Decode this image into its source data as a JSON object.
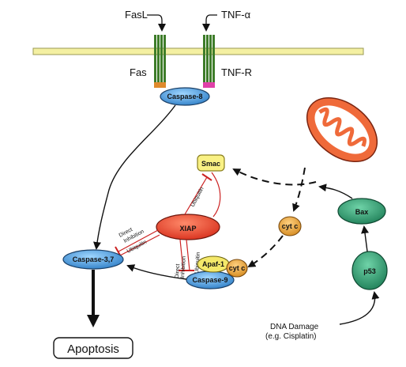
{
  "ligands": {
    "fasl": "FasL",
    "tnf": "TNF-α"
  },
  "receptors": {
    "fas": "Fas",
    "tnfr": "TNF-R"
  },
  "nodes": {
    "caspase8": "Caspase-8",
    "smac": "Smac",
    "xiap": "XIAP",
    "caspase37": "Caspase-3,7",
    "apaf1": "Apaf-1",
    "cytc_small": "cyt c",
    "cytc_bound": "cyt c",
    "caspase9": "Caspase-9",
    "bax": "Bax",
    "p53": "p53",
    "apoptosis": "Apoptosis"
  },
  "edge_labels": {
    "ubiquitin_smac": "Ubiquitin",
    "direct_inhibition_1": "Direct",
    "direct_inhibition_2": "Inhibition",
    "ubiquitin_c37": "Ubiquitin",
    "direct_c9_1": "Direct",
    "direct_c9_2": "Inhibition",
    "ubiquitin_c9": "Ubiquitin"
  },
  "stimulus": {
    "line1": "DNA Damage",
    "line2": "(e.g. Cisplatin)"
  },
  "colors": {
    "membrane": "#f4f0a2",
    "receptor": "#3e7d2a",
    "caspase": "#4aa3e0",
    "xiap": "#e6442e",
    "smac": "#f9f184",
    "cytc": "#e6a33a",
    "bax_p53": "#2d9c72",
    "mito": "#ef6a3a"
  }
}
